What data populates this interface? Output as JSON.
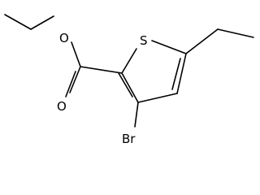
{
  "structure": {
    "atom_labels": {
      "sulfur": "S",
      "ester_oxygen": "O",
      "carbonyl_oxygen": "O",
      "bromine": "Br"
    }
  },
  "colors": {
    "background": "#ffffff",
    "ink": "#000000"
  }
}
